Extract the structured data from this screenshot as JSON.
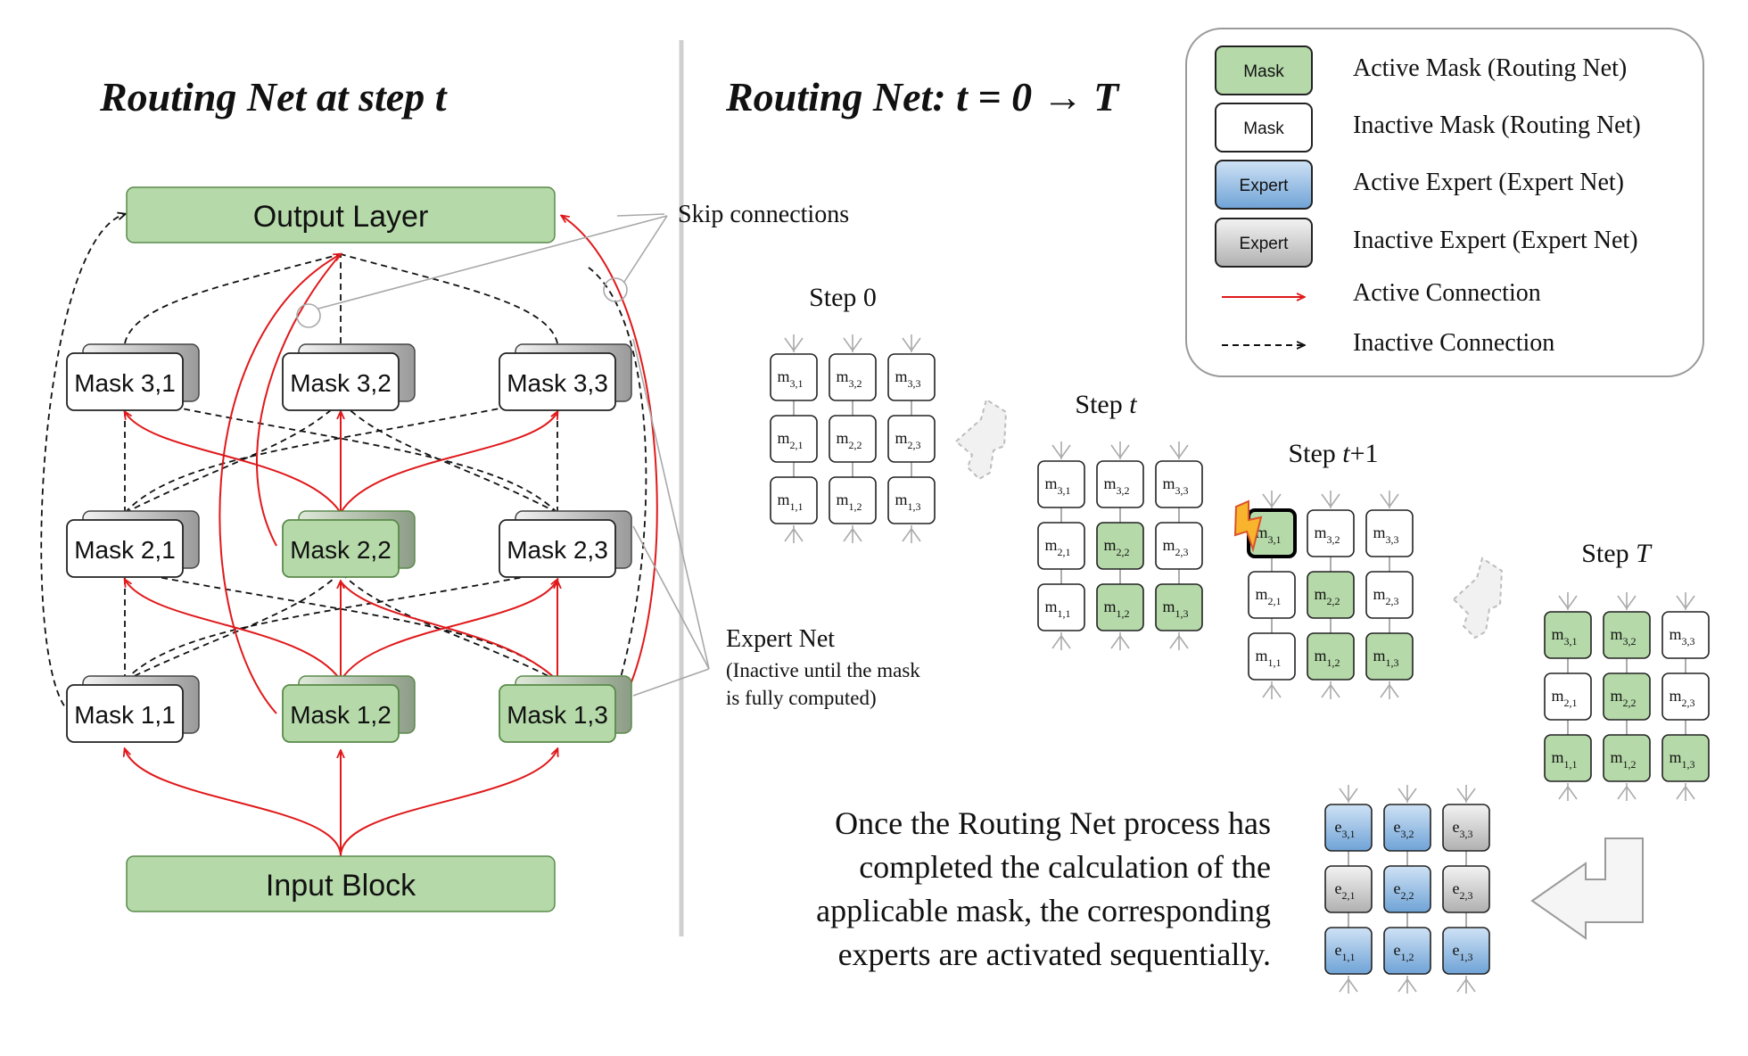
{
  "left": {
    "title": "Routing Net at step t",
    "output_label": "Output Layer",
    "input_label": "Input Block",
    "masks": {
      "r3c1": "Mask 3,1",
      "r3c2": "Mask 3,2",
      "r3c3": "Mask 3,3",
      "r2c1": "Mask 2,1",
      "r2c2": "Mask 2,2",
      "r2c3": "Mask 2,3",
      "r1c1": "Mask 1,1",
      "r1c2": "Mask 1,2",
      "r1c3": "Mask 1,3"
    },
    "skip_label": "Skip connections",
    "expert_label": "Expert Net",
    "expert_note_1": "(Inactive until the mask",
    "expert_note_2": "is fully computed)"
  },
  "right": {
    "title": "Routing Net: t = 0 → T",
    "step0": "Step 0",
    "stept_prefix": "Step ",
    "stept_var": "t",
    "stept1_prefix": "Step ",
    "stept1_var": "t",
    "stept1_suffix": "+1",
    "stepT_prefix": "Step ",
    "stepT_var": "T",
    "caption": [
      "Once the Routing Net process has",
      "completed the calculation of the",
      "applicable mask, the corresponding",
      "experts are activated sequentially."
    ],
    "cell_m": "m",
    "cell_e": "e",
    "subs": {
      "r3c1": "3,1",
      "r3c2": "3,2",
      "r3c3": "3,3",
      "r2c1": "2,1",
      "r2c2": "2,2",
      "r2c3": "2,3",
      "r1c1": "1,1",
      "r1c2": "1,2",
      "r1c3": "1,3"
    }
  },
  "legend": {
    "mask_box": "Mask",
    "expert_box": "Expert",
    "active_mask": "Active Mask (Routing Net)",
    "inactive_mask": "Inactive Mask (Routing Net)",
    "active_expert": "Active Expert (Expert Net)",
    "inactive_expert": "Inactive Expert (Expert Net)",
    "active_conn": "Active Connection",
    "inactive_conn": "Inactive Connection"
  },
  "grids": {
    "step0": {
      "r3": [
        0,
        0,
        0
      ],
      "r2": [
        0,
        0,
        0
      ],
      "r1": [
        0,
        0,
        0
      ]
    },
    "stept": {
      "r3": [
        0,
        0,
        0
      ],
      "r2": [
        0,
        1,
        0
      ],
      "r1": [
        0,
        1,
        1
      ]
    },
    "stept1": {
      "r3": [
        1,
        0,
        0
      ],
      "r2": [
        0,
        1,
        0
      ],
      "r1": [
        0,
        1,
        1
      ]
    },
    "stepT": {
      "r3": [
        1,
        1,
        0
      ],
      "r2": [
        0,
        1,
        0
      ],
      "r1": [
        1,
        1,
        1
      ]
    },
    "experts": {
      "r3": [
        1,
        1,
        0
      ],
      "r2": [
        0,
        1,
        0
      ],
      "r1": [
        1,
        1,
        1
      ]
    }
  },
  "colors": {
    "green_fill": "#b5d9a9",
    "green_stroke": "#5a8a4a",
    "active_red": "#e0191b",
    "inactive_dash": "#111111",
    "expert_blue": "#9dc3e6",
    "expert_gray": "#d0d0d0"
  }
}
